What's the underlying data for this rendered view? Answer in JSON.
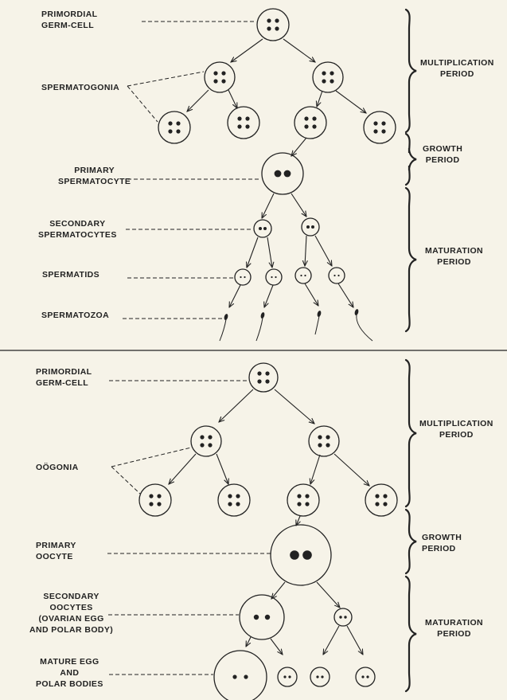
{
  "spermatogenesis": {
    "labels": {
      "primordial": [
        "PRIMORDIAL",
        "GERM-CELL"
      ],
      "gonia": [
        "SPERMATOGONIA"
      ],
      "primary": [
        "PRIMARY",
        "SPERMATOCYTE"
      ],
      "secondary": [
        "SECONDARY",
        "SPERMATOCYTES"
      ],
      "tids": [
        "SPERMATIDS"
      ],
      "zoa": [
        "SPERMATOZOA"
      ]
    },
    "periods": {
      "multiplication": [
        "MULTIPLICATION",
        "PERIOD"
      ],
      "growth": [
        "GROWTH",
        "PERIOD"
      ],
      "maturation": [
        "MATURATION",
        "PERIOD"
      ]
    }
  },
  "oogenesis": {
    "labels": {
      "primordial": [
        "PRIMORDIAL",
        "GERM-CELL"
      ],
      "gonia": [
        "OÖGONIA"
      ],
      "primary": [
        "PRIMARY",
        "OOCYTE"
      ],
      "secondary": [
        "SECONDARY",
        "OOCYTES",
        "(OVARIAN EGG",
        "AND POLAR BODY)"
      ],
      "mature": [
        "MATURE EGG",
        "AND",
        "POLAR BODIES"
      ]
    },
    "periods": {
      "multiplication": [
        "MULTIPLICATION",
        "PERIOD"
      ],
      "growth": [
        "GROWTH",
        "PERIOD"
      ],
      "maturation": [
        "MATURATION",
        "PERIOD"
      ]
    }
  },
  "colors": {
    "ink": "#222222",
    "paper": "#f6f3e8"
  }
}
